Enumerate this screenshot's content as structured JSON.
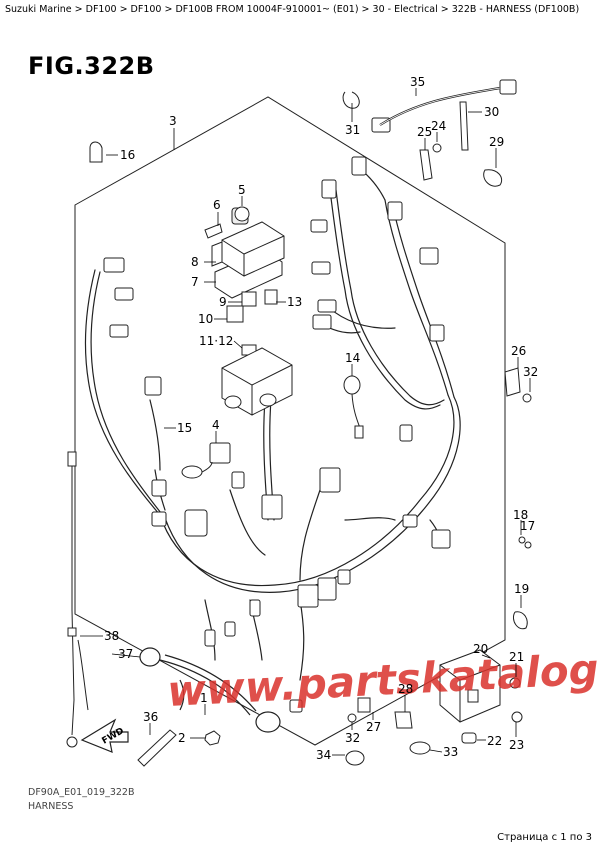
{
  "breadcrumb": "Suzuki Marine > DF100 > DF100 > DF100B FROM 10004F-910001~ (E01) > 30 - Electrical > 322B - HARNESS (DF100B)",
  "figure_title": "FIG.322B",
  "watermark": "www.partskatalog.ru",
  "fwd_label": "FWD",
  "code_ref": "DF90A_E01_019_322B",
  "caption": "HARNESS",
  "page_indicator": "Страница с 1 по 3",
  "callouts": {
    "c1": "1",
    "c2": "2",
    "c3": "3",
    "c4": "4",
    "c5": "5",
    "c6": "6",
    "c7": "7",
    "c8": "8",
    "c9": "9",
    "c10": "10",
    "c11_12": "11·12",
    "c13": "13",
    "c14": "14",
    "c15": "15",
    "c16": "16",
    "c17": "17",
    "c18": "18",
    "c19": "19",
    "c20": "20",
    "c21": "21",
    "c22": "22",
    "c23": "23",
    "c24": "24",
    "c25": "25",
    "c26": "26",
    "c27": "27",
    "c28": "28",
    "c29": "29",
    "c30": "30",
    "c31": "31",
    "c32": "32",
    "c33": "33",
    "c34": "34",
    "c35": "35",
    "c36": "36",
    "c37": "37",
    "c38": "38"
  }
}
